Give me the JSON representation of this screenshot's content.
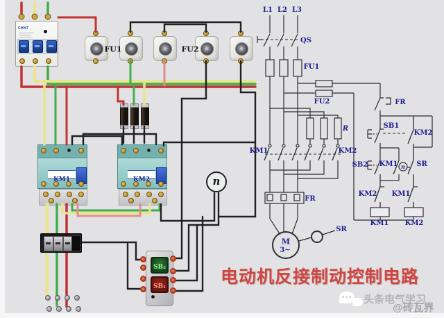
{
  "canvas": {
    "bg_color": "#e2e2e4"
  },
  "title": {
    "text": "电动机反接制动控制电路",
    "color": "#ce4742"
  },
  "watermark": {
    "line1": "头条电气学习",
    "line2": "@砖瓦界"
  },
  "panel": {
    "breaker": {
      "brand": "CHNT"
    },
    "fuses": {
      "fu1_label": "FU1",
      "fu2_label": "FU2"
    },
    "contactors": {
      "km1_label": "KM1",
      "km2_label": "KM2"
    },
    "speed_relay_label": "n",
    "buttons": {
      "start_label": "SB₂",
      "stop_label": "SB₁"
    }
  },
  "schematic": {
    "line_color": "#2d2d32",
    "label_color": "#1e1e8e",
    "labels": {
      "l1": "L1",
      "l2": "L2",
      "l3": "L3",
      "qs": "QS",
      "fu1": "FU1",
      "fu2": "FU2",
      "r": "R",
      "km1_main": "KM1",
      "km2_main": "KM2",
      "fr_main": "FR",
      "motor": "M",
      "motor_sub": "3~",
      "sr_shaft": "SR",
      "fr_contact": "FR",
      "sb1": "SB1",
      "km2_hold": "KM2",
      "sb2": "SB2",
      "km1_hold": "KM1",
      "n_small": "n",
      "sr_contact": "SR",
      "km2_interlock": "KM2",
      "km1_interlock": "KM1",
      "km1_coil": "KM1",
      "km2_coil": "KM2"
    }
  },
  "wire_colors": {
    "red": "#c13232",
    "yellow": "#eae48f",
    "green": "#3fae4a",
    "pink": "#dd8f8f",
    "black": "#202022"
  }
}
